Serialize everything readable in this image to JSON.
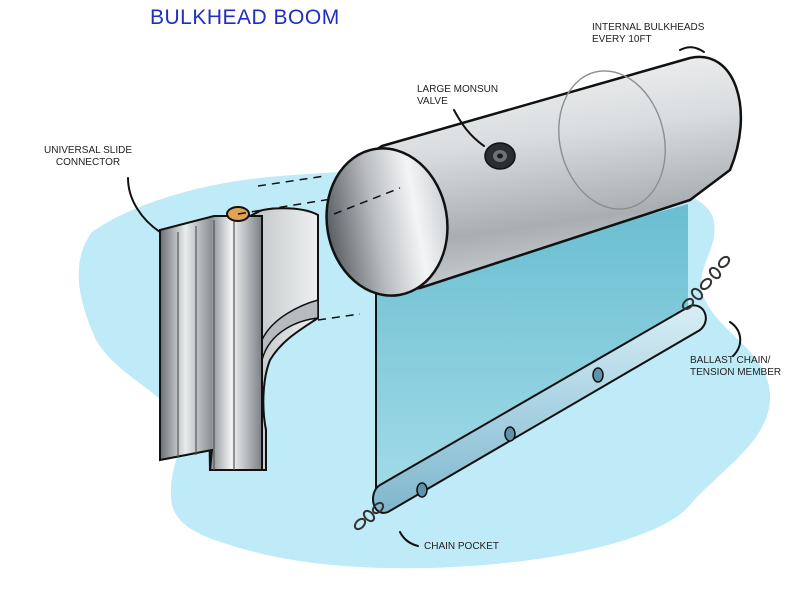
{
  "title": "BULKHEAD BOOM",
  "labels": {
    "internal_bulkheads": [
      "INTERNAL BULKHEADS",
      "EVERY 10ft"
    ],
    "monsun_valve": [
      "LARGE MONSUN",
      "VALVE"
    ],
    "slide_connector": [
      "UNIVERSAL SLIDE",
      "CONNECTOR"
    ],
    "ballast_chain": [
      "BALLAST CHAIN/",
      "TENSION MEMBER"
    ],
    "chain_pocket": "CHAIN POCKET"
  },
  "colors": {
    "title": "#1f2fbf",
    "water": "#bfeaf7",
    "skirt": "#7ec9d9",
    "float_body": "#d4d8db",
    "chain_pocket": "#a8d2e2",
    "outline": "#111111"
  }
}
